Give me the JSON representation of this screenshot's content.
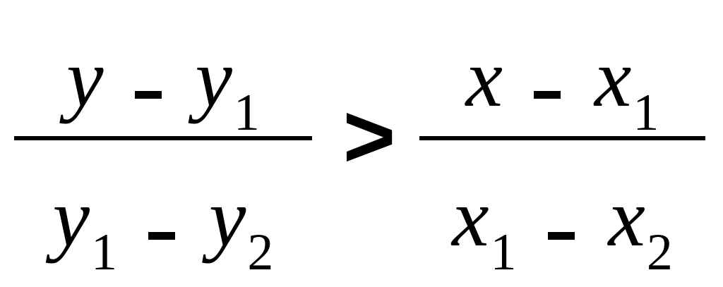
{
  "equation": {
    "left": {
      "numerator": {
        "term1": "y",
        "op": "-",
        "term2": "y",
        "term2_sub": "1"
      },
      "denominator": {
        "term1": "y",
        "term1_sub": "1",
        "op": "-",
        "term2": "y",
        "term2_sub": "2"
      }
    },
    "relation": ">",
    "right": {
      "numerator": {
        "term1": "x",
        "op": "-",
        "term2": "x",
        "term2_sub": "1"
      },
      "denominator": {
        "term1": "x",
        "term1_sub": "1",
        "op": "-",
        "term2": "x",
        "term2_sub": "2"
      }
    }
  }
}
